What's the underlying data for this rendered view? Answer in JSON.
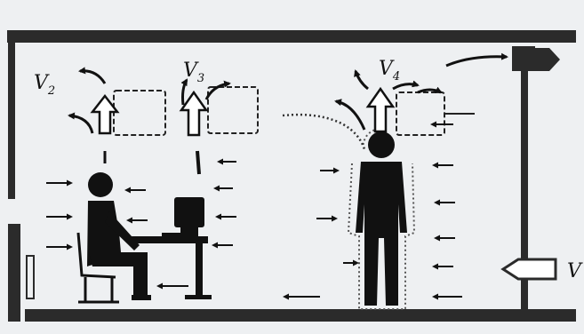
{
  "labels": {
    "v2": {
      "main": "V",
      "sub": "2"
    },
    "v3": {
      "main": "V",
      "sub": "3"
    },
    "v4": {
      "main": "V",
      "sub": "4"
    },
    "v_right": {
      "main": "V"
    }
  },
  "colors": {
    "background": "#eef0f2",
    "figure": "#111111",
    "wall": "#2b2b2b"
  }
}
